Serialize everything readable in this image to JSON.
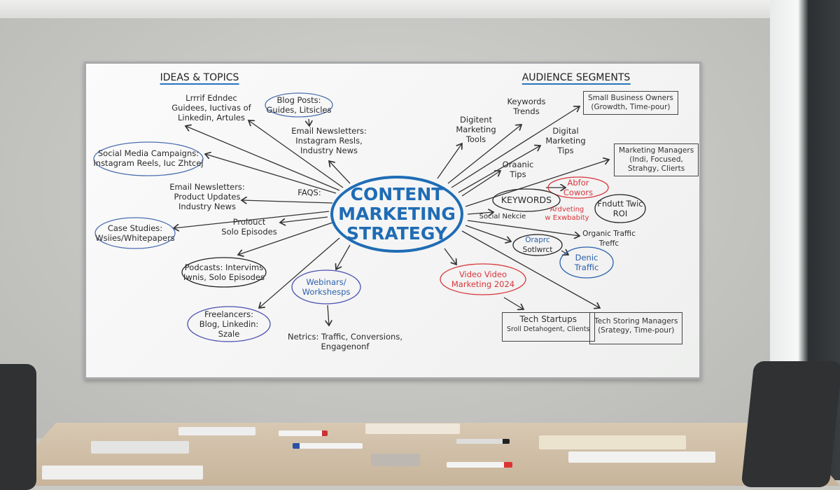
{
  "center": {
    "line1": "CONTENT",
    "line2": "MARKETING",
    "line3": "STRATEGY"
  },
  "left": {
    "heading": "IDEAS & TOPICS",
    "guides": [
      "Lrrrif Edndec",
      "Guidees, Iuctivas of",
      "Linkedin, Artules"
    ],
    "blog": [
      "Blog Posts:",
      "Guides, Litsicles"
    ],
    "email1": [
      "Email Newsletters:",
      "Instagram Resls,",
      "Industry News"
    ],
    "social": [
      "Social Media Campaigns:",
      "Instagram Reels, Iuc Zhtcej"
    ],
    "email2": [
      "Email Newsletters:",
      "Product Updates",
      "Industry News"
    ],
    "faqs": "FAQS:",
    "case": [
      "Case Studies:",
      "Wsiies/Whitepapers"
    ],
    "product": [
      "Prolouct",
      "Solo Episodes"
    ],
    "podcasts": [
      "Podcasts: Intervims",
      "Iwnis, Solo Episodes"
    ],
    "webinars": [
      "Webinars/",
      "Workshesps"
    ],
    "freelancers": [
      "Freelancers:",
      "Blog, Linkedin:",
      "Szale"
    ],
    "metrics": [
      "Netrics: Traffic, Conversions,",
      "Engagenonf"
    ]
  },
  "right": {
    "heading": "AUDIENCE SEGMENTS",
    "keywords_trends": [
      "Keywords",
      "Trends"
    ],
    "tools": [
      "Digitent",
      "Marketing",
      "Tools"
    ],
    "small_business": [
      "Small Business Owners",
      "(Growdth, Time-pour)"
    ],
    "tips": [
      "Digital",
      "Marketing",
      "Tips"
    ],
    "organic_tips": [
      "Oraanic",
      "Tips"
    ],
    "managers": [
      "Marketing Managers",
      "(Indi, Focused,",
      "Strahgy, Clierts"
    ],
    "abfor": [
      "Abfor",
      "Cowors"
    ],
    "keywords": "KEYWORDS",
    "social": "Social Nekcie",
    "advert": [
      "Ardveting",
      "w Exwbabity"
    ],
    "roi": [
      "Fndutt Twic",
      "ROI"
    ],
    "organic_traffic": [
      "Organic Traffic",
      "Treffc"
    ],
    "oraprc": [
      "Oraprc",
      "Sotlwrct"
    ],
    "denic": [
      "Denic",
      "Traffic"
    ],
    "video": [
      "Video Video",
      "Marketing 2024"
    ],
    "startups": [
      "Tech Startups",
      "Sroll Detahogent, Clients"
    ],
    "storing": [
      "Tech Storing Managers",
      "(Srategy, Time-pour)"
    ]
  },
  "colors": {
    "brand_blue": "#1f6cb5",
    "red_marker": "#d8353c",
    "board": "#f7f7f7"
  }
}
